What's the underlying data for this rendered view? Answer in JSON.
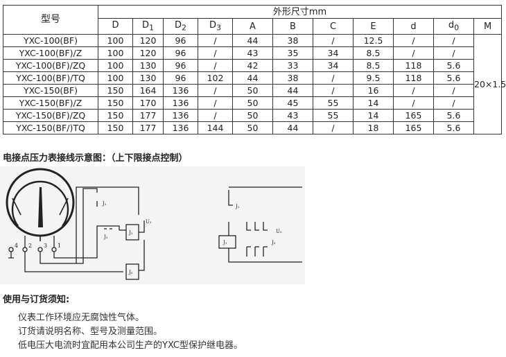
{
  "table": {
    "model_header": "型号",
    "dims_header": "外形尺寸mm",
    "col_main": [
      "D",
      "D",
      "D",
      "D",
      "A",
      "B",
      "C",
      "E",
      "d",
      "d",
      "M"
    ],
    "col_sub": [
      "",
      "1",
      "2",
      "3",
      "",
      "",
      "",
      "",
      "",
      "0",
      ""
    ],
    "shared_m": "20×1.5",
    "rows": [
      {
        "model": "YXC-100(BF)",
        "v": [
          "100",
          "120",
          "96",
          "/",
          "44",
          "38",
          "/",
          "12.5",
          "/",
          "/"
        ]
      },
      {
        "model": "YXC-100(BF)/Z",
        "v": [
          "100",
          "120",
          "96",
          "/",
          "43",
          "35",
          "34",
          "8.5",
          "/",
          "/"
        ]
      },
      {
        "model": "YXC-100(BF)/ZQ",
        "v": [
          "100",
          "130",
          "96",
          "/",
          "42",
          "33",
          "34",
          "8.5",
          "118",
          "5.6"
        ]
      },
      {
        "model": "YXC-100(BF)/TQ",
        "v": [
          "100",
          "130",
          "96",
          "102",
          "44",
          "38",
          "/",
          "9.5",
          "118",
          "5.6"
        ]
      },
      {
        "model": "YXC-150(BF)",
        "v": [
          "150",
          "164",
          "136",
          "/",
          "50",
          "44",
          "/",
          "16",
          "/",
          "/"
        ]
      },
      {
        "model": "YXC-150(BF)/Z",
        "v": [
          "150",
          "170",
          "136",
          "/",
          "50",
          "45",
          "55",
          "14",
          "/",
          "/"
        ]
      },
      {
        "model": "YXC-150(BF)/ZQ",
        "v": [
          "150",
          "177",
          "136",
          "/",
          "50",
          "43",
          "55",
          "14",
          "165",
          "5.6"
        ]
      },
      {
        "model": "YXC-150(BF/)TQ",
        "v": [
          "150",
          "177",
          "136",
          "144",
          "50",
          "44",
          "/",
          "18",
          "165",
          "5.6"
        ]
      }
    ]
  },
  "wiring": {
    "title": "电接点压力表接线示意图：（上下限接点控制）",
    "terminal_labels": [
      "4",
      "2",
      "3",
      "1"
    ],
    "left_labels": {
      "j1_top": "J₁",
      "j2_mid": "J₂",
      "j1_box": "J₁",
      "u1": "U₁",
      "j2_box": "J₂"
    },
    "right_labels": {
      "j1_top": "J₁",
      "j1_box": "J₁",
      "u2": "U₂",
      "j2": "J₂"
    }
  },
  "notes": {
    "title": "使用与订货须知:",
    "items": [
      "仪表工作环境应无腐蚀性气体。",
      "订货请说明名称、型号及测量范围。",
      "低电压大电流时宜配用本公司生产的YXC型保护继电器。"
    ]
  }
}
